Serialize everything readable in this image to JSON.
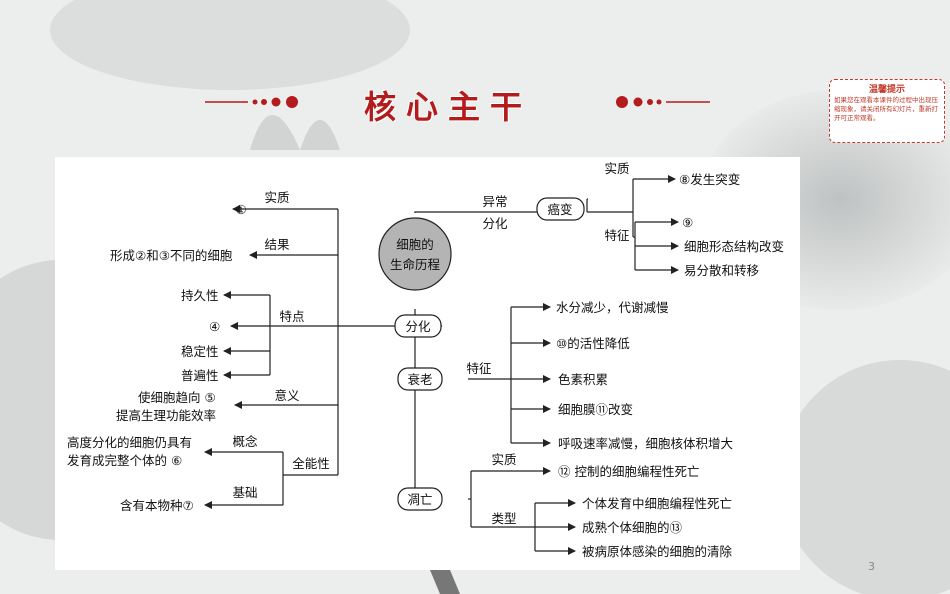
{
  "page": {
    "title": "核心主干",
    "page_number": "3"
  },
  "notice": {
    "title": "温馨提示",
    "body": "如果您在观看本课件的过程中出现压缩现象，请关闭所有幻灯片，重新打开可正常观看。"
  },
  "diagram": {
    "center": {
      "line1": "细胞的",
      "line2": "生命历程"
    },
    "differentiation": {
      "node": "分化",
      "essence_label": "实质",
      "essence_value": "①",
      "result_label": "结果",
      "result_value": "形成②和③不同的细胞",
      "features_label": "特点",
      "features": [
        "持久性",
        "④",
        "稳定性",
        "普遍性"
      ],
      "meaning_label": "意义",
      "meaning_line1": "使细胞趋向 ⑤",
      "meaning_line2": "提高生理功能效率",
      "totipotency_label": "全能性",
      "concept_label": "概念",
      "concept_line1": "高度分化的细胞仍具有",
      "concept_line2": "发育成完整个体的 ⑥",
      "basis_label": "基础",
      "basis_value": "含有本物种⑦"
    },
    "cancer": {
      "branch_line1": "异常",
      "branch_line2": "分化",
      "node": "癌变",
      "essence_label": "实质",
      "essence_value": "⑧发生突变",
      "features_label": "特征",
      "features": [
        "⑨",
        "细胞形态结构改变",
        "易分散和转移"
      ]
    },
    "aging": {
      "node": "衰老",
      "features_label": "特征",
      "features": [
        "水分减少，代谢减慢",
        "⑩的活性降低",
        "色素积累",
        "细胞膜⑪改变",
        "呼吸速率减慢，细胞核体积增大"
      ]
    },
    "apoptosis": {
      "node": "凋亡",
      "essence_label": "实质",
      "essence_value": "⑫ 控制的细胞编程性死亡",
      "types_label": "类型",
      "types": [
        "个体发育中细胞编程性死亡",
        "成熟个体细胞的⑬",
        "被病原体感染的细胞的清除"
      ]
    }
  },
  "colors": {
    "title_red": "#b31c1c",
    "center_fill": "#b4b4b4",
    "line": "#222222"
  }
}
